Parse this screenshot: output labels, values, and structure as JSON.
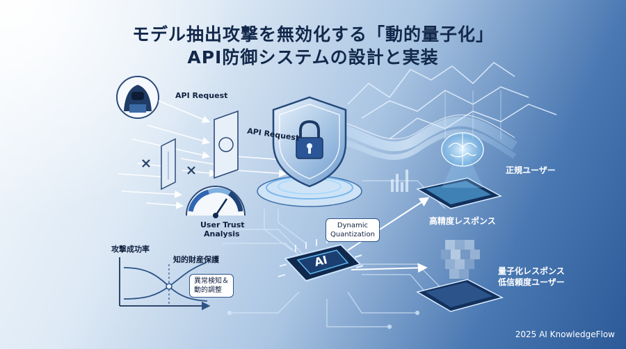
{
  "title": {
    "line1": "モデル抽出攻撃を無効化する「動的量子化」",
    "line2": "API防御システムの設計と実装"
  },
  "labels": {
    "api_request_1": "API Request",
    "api_request_2": "API Request",
    "user_trust": "User Trust",
    "analysis": "Analysis",
    "dynamic_quant": "Dynamic\nQuantization",
    "ai_chip": "AI",
    "legit_user": "正規ユーザー",
    "high_precision": "高精度レスポンス",
    "quantized_resp": "量子化レスポンス",
    "low_trust_user": "低信頼度ユーザー",
    "attack_success": "攻撃成功率",
    "ip_protection": "知的財産保護",
    "anomaly_detect": "異常検知＆\n動的調整"
  },
  "credit": "2025 AI KnowledgeFlow",
  "colors": {
    "navy": "#12284a",
    "accent": "#4fa8e8",
    "glow": "#9fd8ff",
    "panel": "#d9e8f6"
  }
}
